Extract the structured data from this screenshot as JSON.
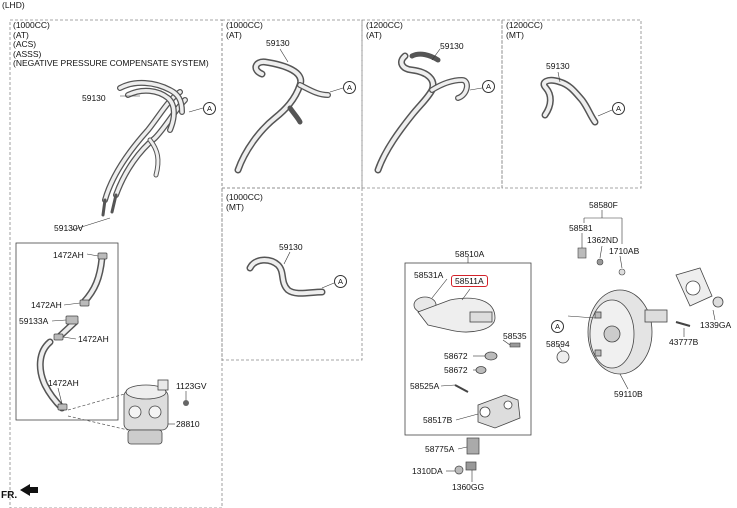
{
  "diagram": {
    "lhd": "(LHD)",
    "fr": "FR.",
    "boxes": {
      "b1": "(1000CC)\n(AT)\n(ACS)\n(ASSS)\n(NEGATIVE PRESSURE COMPENSATE SYSTEM)",
      "b2": "(1000CC)\n(AT)",
      "b3": "(1200CC)\n(AT)",
      "b4": "(1200CC)\n(MT)",
      "b5": "(1000CC)\n(MT)"
    },
    "circle_ref": "A",
    "labels": {
      "p59130_b1": "59130",
      "p59130_b2": "59130",
      "p59130_b3": "59130",
      "p59130_b4": "59130",
      "p59130_b5": "59130",
      "p59130V": "59130V",
      "p1472AH_1": "1472AH",
      "p1472AH_2": "1472AH",
      "p59133A": "59133A",
      "p1472AH_3": "1472AH",
      "p1472AH_4": "1472AH",
      "p1123GV": "1123GV",
      "p28810": "28810",
      "p58510A": "58510A",
      "p58531A": "58531A",
      "p58511A": "58511A",
      "p58535": "58535",
      "p58672_1": "58672",
      "p58672_2": "58672",
      "p58525A": "58525A",
      "p58517B": "58517B",
      "p58775A": "58775A",
      "p1310DA": "1310DA",
      "p1360GG": "1360GG",
      "p58580F": "58580F",
      "p58581": "58581",
      "p1362ND": "1362ND",
      "p1710AB": "1710AB",
      "p58594": "58594",
      "p59110B": "59110B",
      "p43777B": "43777B",
      "p1339GA": "1339GA"
    }
  }
}
